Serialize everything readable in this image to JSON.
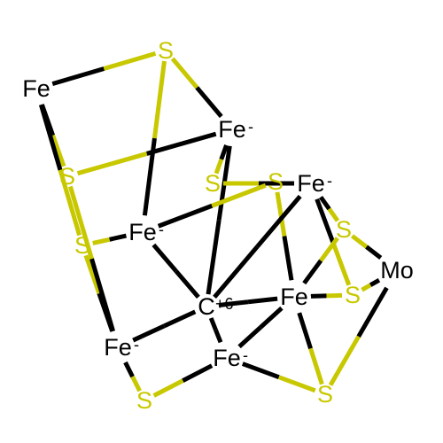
{
  "colors": {
    "background": "#ffffff",
    "carbon_bond": "#000000",
    "sulfur": "#c8c800",
    "iron": "#000000",
    "molybdenum": "#000000"
  },
  "atoms": [
    {
      "id": "Fe1",
      "element": "Fe",
      "charge": "",
      "name": "fe-atom-1"
    },
    {
      "id": "S1",
      "element": "S",
      "charge": "",
      "name": "s-atom-1"
    },
    {
      "id": "Fe2",
      "element": "Fe",
      "charge": "-",
      "name": "fe-atom-2"
    },
    {
      "id": "S2",
      "element": "S",
      "charge": "",
      "name": "s-atom-2"
    },
    {
      "id": "S3",
      "element": "S",
      "charge": "",
      "name": "s-atom-3"
    },
    {
      "id": "S4",
      "element": "S",
      "charge": "",
      "name": "s-atom-4"
    },
    {
      "id": "Fe3",
      "element": "Fe",
      "charge": "-",
      "name": "fe-atom-3"
    },
    {
      "id": "S5",
      "element": "S",
      "charge": "",
      "name": "s-atom-5"
    },
    {
      "id": "Fe4",
      "element": "Fe",
      "charge": "-",
      "name": "fe-atom-4"
    },
    {
      "id": "S6",
      "element": "S",
      "charge": "",
      "name": "s-atom-6"
    },
    {
      "id": "Mo",
      "element": "Mo",
      "charge": "",
      "name": "mo-atom"
    },
    {
      "id": "C",
      "element": "C",
      "charge": "+6",
      "name": "c-atom"
    },
    {
      "id": "Fe5",
      "element": "Fe",
      "charge": "-",
      "name": "fe-atom-5"
    },
    {
      "id": "S7",
      "element": "S",
      "charge": "",
      "name": "s-atom-7"
    },
    {
      "id": "Fe6",
      "element": "Fe",
      "charge": "-",
      "name": "fe-atom-6"
    },
    {
      "id": "Fe7",
      "element": "Fe",
      "charge": "-",
      "name": "fe-atom-7"
    },
    {
      "id": "S8",
      "element": "S",
      "charge": "",
      "name": "s-atom-8"
    },
    {
      "id": "S9",
      "element": "S",
      "charge": "",
      "name": "s-atom-9"
    }
  ],
  "bonds": [
    [
      "Fe1",
      "S1"
    ],
    [
      "S1",
      "Fe2"
    ],
    [
      "S1",
      "Fe3"
    ],
    [
      "Fe1",
      "S4"
    ],
    [
      "Fe1",
      "S5"
    ],
    [
      "Fe2",
      "S4"
    ],
    [
      "Fe2",
      "S3"
    ],
    [
      "Fe2",
      "C"
    ],
    [
      "S3",
      "Fe4"
    ],
    [
      "Fe3",
      "S5"
    ],
    [
      "Fe3",
      "S2"
    ],
    [
      "Fe3",
      "C"
    ],
    [
      "S2",
      "Fe5"
    ],
    [
      "Fe4",
      "S6"
    ],
    [
      "Fe4",
      "S7"
    ],
    [
      "Fe4",
      "C"
    ],
    [
      "S6",
      "Mo"
    ],
    [
      "S6",
      "Fe5"
    ],
    [
      "Fe5",
      "S7"
    ],
    [
      "S7",
      "Mo"
    ],
    [
      "Fe5",
      "C"
    ],
    [
      "Fe5",
      "Fe6"
    ],
    [
      "Fe5",
      "S8"
    ],
    [
      "S8",
      "Mo"
    ],
    [
      "S5",
      "Fe7"
    ],
    [
      "S4",
      "Fe7"
    ],
    [
      "C",
      "Fe7"
    ],
    [
      "Fe7",
      "S9"
    ],
    [
      "S9",
      "Fe6"
    ],
    [
      "Fe6",
      "S8"
    ],
    [
      "Fe6",
      "C"
    ]
  ]
}
